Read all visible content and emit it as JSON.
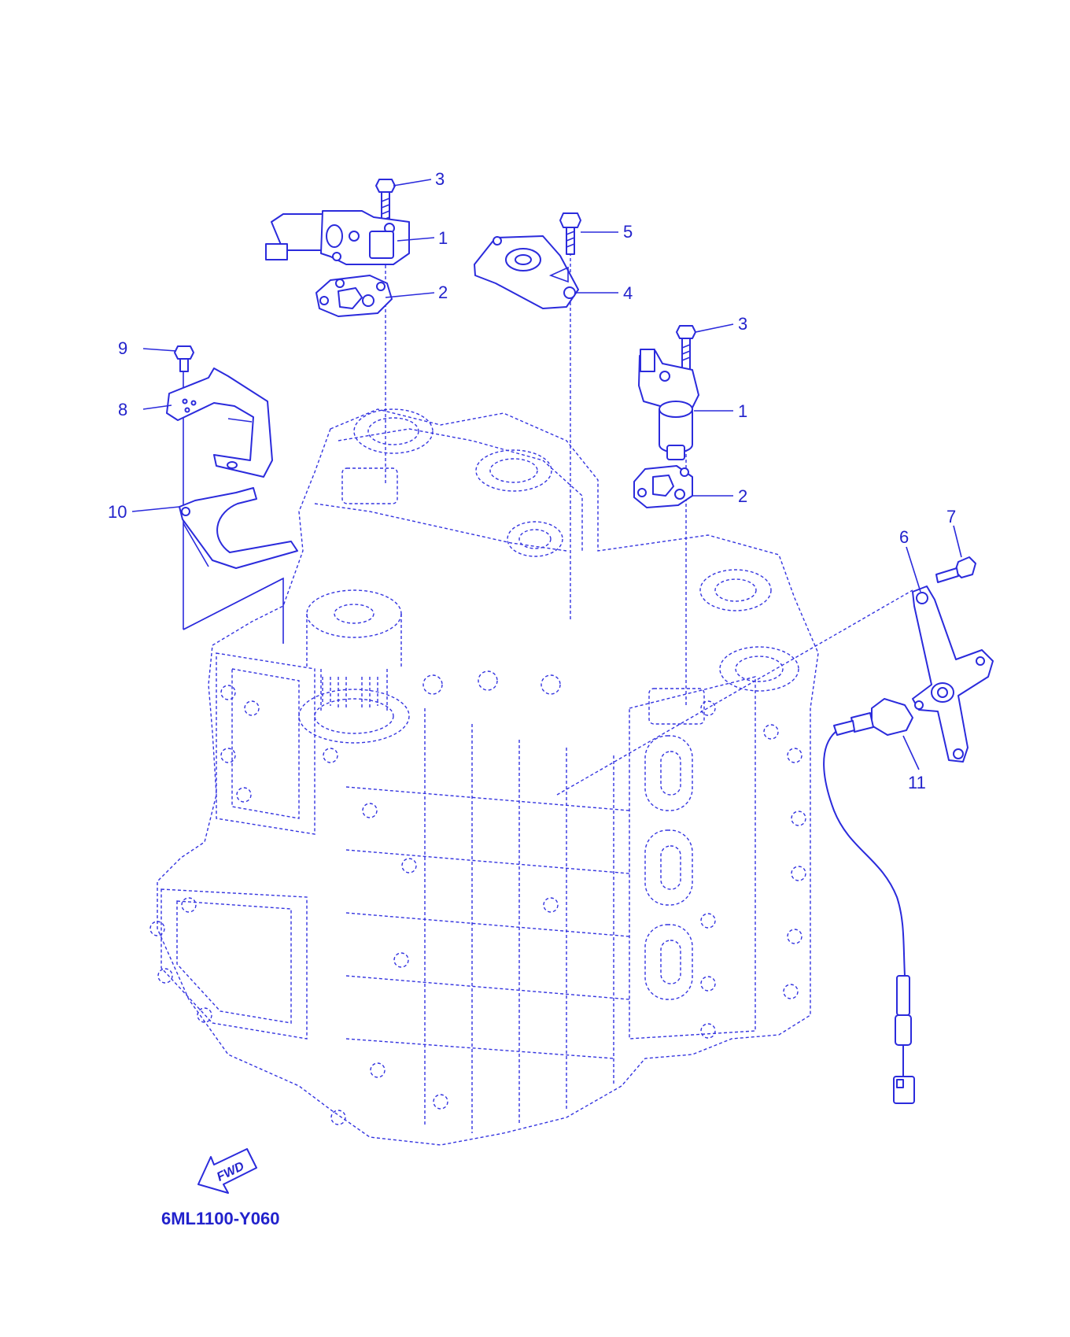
{
  "diagram": {
    "drawing_code": "6ML1100-Y060",
    "fwd_label": "FWD",
    "line_color": "#2b2bdc",
    "callouts": [
      "1",
      "2",
      "3",
      "4",
      "5",
      "6",
      "7",
      "8",
      "9",
      "10",
      "11"
    ],
    "labels": {
      "l1a": "1",
      "l2a": "2",
      "l3a": "3",
      "l4": "4",
      "l5": "5",
      "l3b": "3",
      "l1b": "1",
      "l2b": "2",
      "l9": "9",
      "l8": "8",
      "l10": "10",
      "l6": "6",
      "l7": "7",
      "l11": "11"
    }
  }
}
